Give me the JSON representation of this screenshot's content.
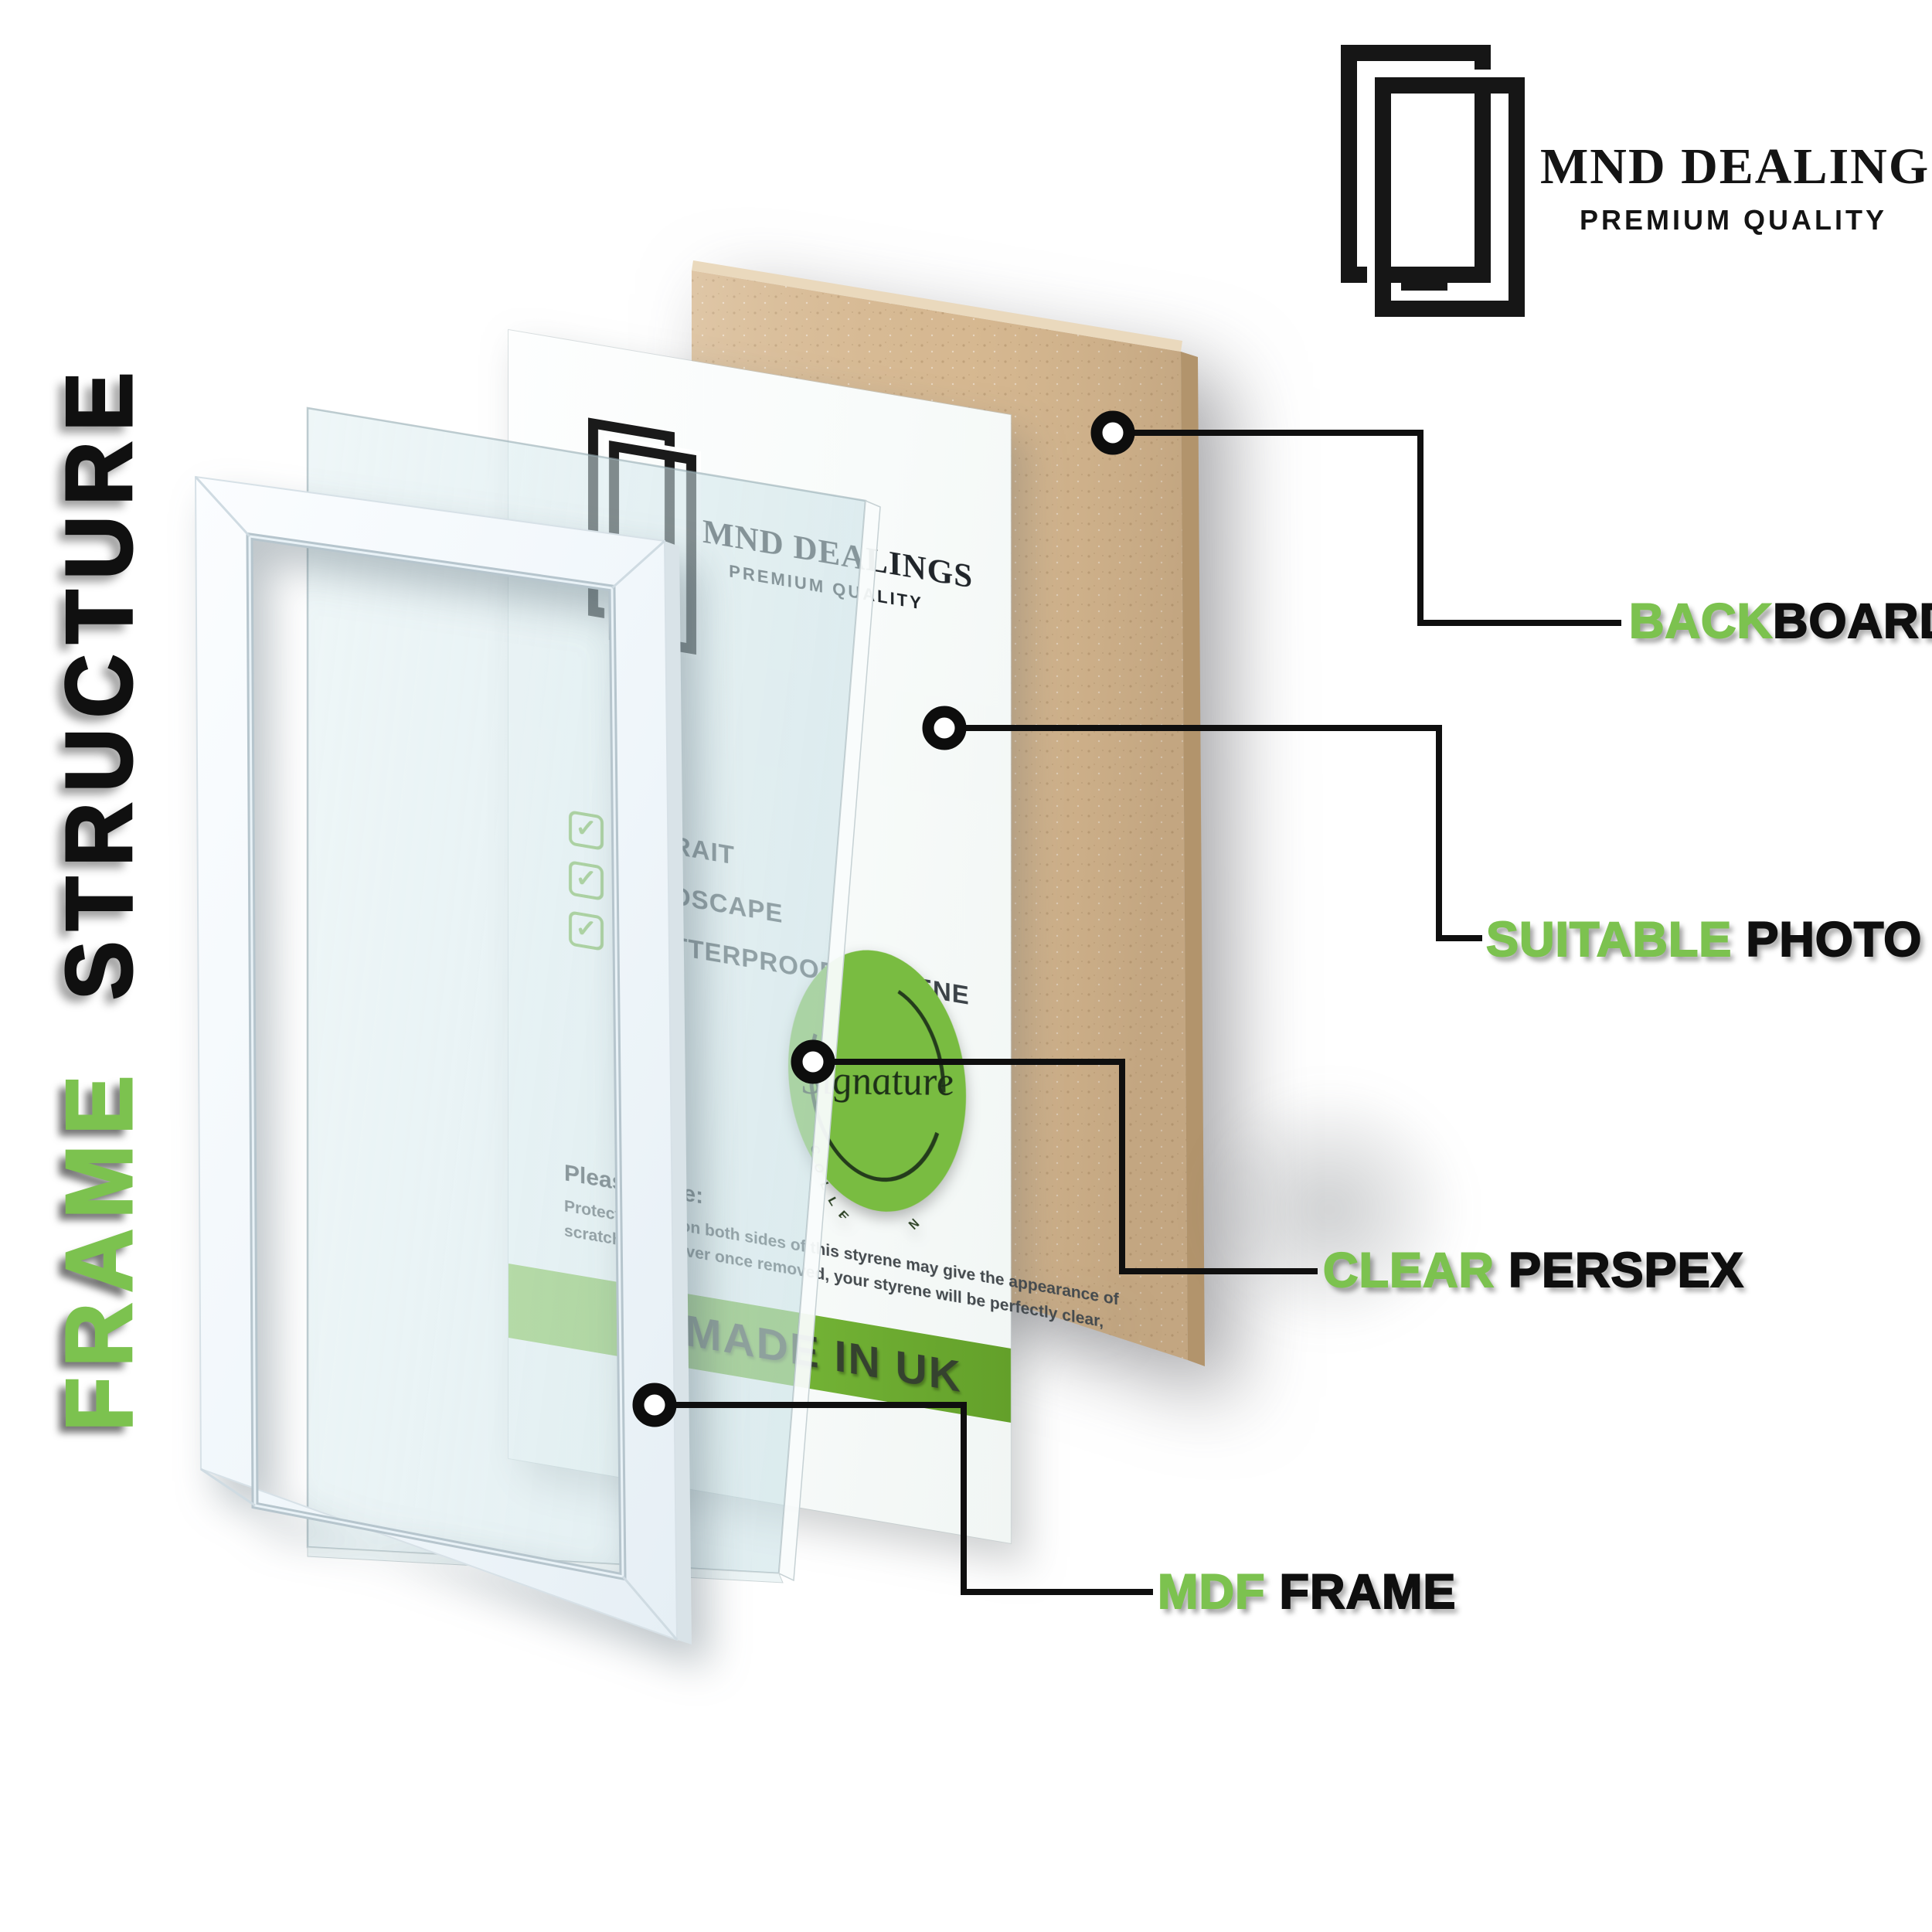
{
  "page": {
    "background": "#ffffff"
  },
  "vertical_title": {
    "green_word": "FRAME",
    "black_word": "STRUCTURE"
  },
  "brand_logo": {
    "name": "MND DEALINGS",
    "tagline": "PREMIUM QUALITY"
  },
  "insert_sheet": {
    "logo_name": "MND DEALINGS",
    "logo_tagline": "PREMIUM QUALITY",
    "check_glyph": "✓",
    "checklist": [
      {
        "label": "POTRAIT"
      },
      {
        "label": "LANDSCAPE"
      },
      {
        "label": "SHATTERPROOF STYRENE"
      }
    ],
    "note_title": "Please Note:",
    "note_line1": "Protective film on both sides of this styrene may give the appearance of",
    "note_line2": "scratches however once removed, your styrene will be perfectly clear,",
    "made_in_uk": "MADE IN UK",
    "stamp_script": "Signature",
    "stamp_arc": "C O L L E C T I O N"
  },
  "callouts": [
    {
      "green": "BACK",
      "black": "BOARD"
    },
    {
      "green": "SUITABLE",
      "black": "PHOTO"
    },
    {
      "green": "CLEAR",
      "black": "PERSPEX"
    },
    {
      "green": "MDF",
      "black": "FRAME"
    }
  ],
  "colors": {
    "accent_green": "#7cc24f",
    "band_green_light": "#8ec953",
    "band_green_dark": "#63a02a",
    "stamp_green": "#79bc41",
    "backboard_tan": "#d8ba93",
    "ink_black": "#101010"
  }
}
